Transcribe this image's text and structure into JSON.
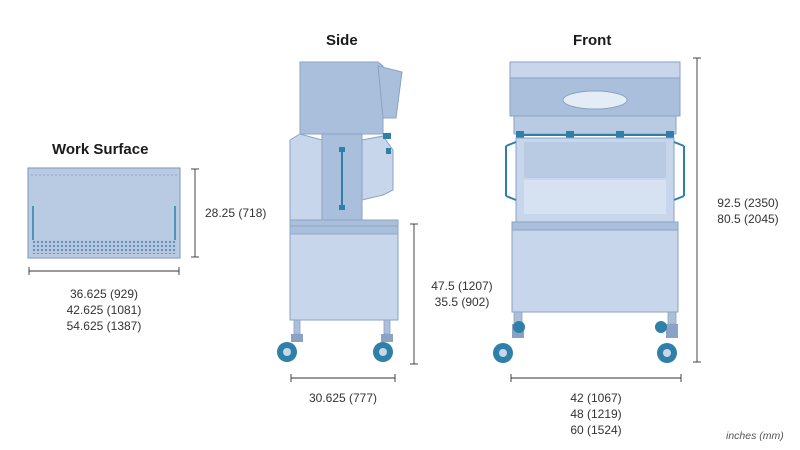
{
  "views": {
    "work_surface": {
      "title": "Work Surface",
      "height_dim": "28.25 (718)",
      "width_dims": [
        "36.625 (929)",
        "42.625 (1081)",
        "54.625 (1387)"
      ]
    },
    "side": {
      "title": "Side",
      "height_dims": [
        "47.5 (1207)",
        "35.5 (902)"
      ],
      "depth_dim": "30.625 (777)"
    },
    "front": {
      "title": "Front",
      "height_dims": [
        "92.5 (2350)",
        "80.5 (2045)"
      ],
      "width_dims": [
        "42 (1067)",
        "48 (1219)",
        "60 (1524)"
      ]
    }
  },
  "units_note": "inches (mm)",
  "colors": {
    "body_fill": "#aac0dc",
    "body_light": "#c8d6e8",
    "outline": "#7d98bb",
    "accent": "#2e80a8",
    "dimension_line": "#333333"
  }
}
